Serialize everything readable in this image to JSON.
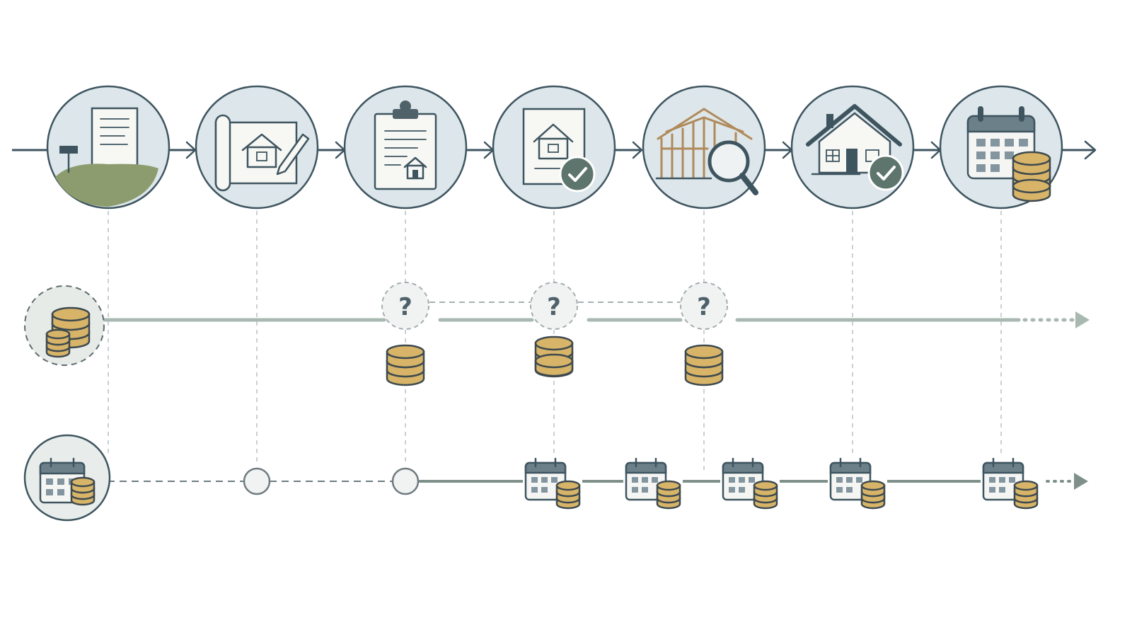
{
  "diagram": {
    "stages": [
      {
        "icon": "land-deed-icon"
      },
      {
        "icon": "blueprint-icon"
      },
      {
        "icon": "permit-clipboard-icon"
      },
      {
        "icon": "approved-plan-icon"
      },
      {
        "icon": "construction-inspection-icon"
      },
      {
        "icon": "completed-house-icon"
      },
      {
        "icon": "calendar-payments-icon"
      }
    ],
    "funding_row": {
      "icon": "coin-stack-icon",
      "draw_points": [
        {
          "stage": 3,
          "label": "?"
        },
        {
          "stage": 4,
          "label": "?"
        },
        {
          "stage": 5,
          "label": "?"
        }
      ]
    },
    "payment_row": {
      "icon": "calendar-payments-icon",
      "milestones": [
        2,
        3
      ],
      "payments": 5
    },
    "colors": {
      "stage_fill": "#dde6ea",
      "ink": "#3e5560",
      "coin": "#d7b468",
      "funding_line": "#a9b9b1",
      "payment_line": "#7e9089",
      "check_badge": "#5d756c"
    }
  }
}
